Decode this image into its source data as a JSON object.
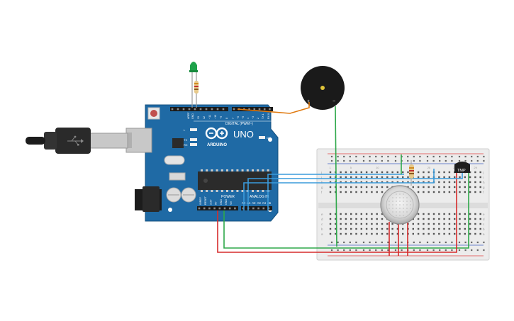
{
  "arduino": {
    "brand": "ARDUINO",
    "model": "UNO",
    "digital_label": "DIGITAL (PWM~)",
    "power_label": "POWER",
    "analog_label": "ANALOG IN",
    "on_label": "ON",
    "tx_label": "TX",
    "rx_label": "RX",
    "l_label": "L",
    "header_top_labels": [
      "AREF",
      "GND",
      "13",
      "12",
      "~11",
      "~10",
      "~9",
      "8",
      "7",
      "~6",
      "~5",
      "4",
      "~3",
      "2",
      "TX 1",
      "RX 0"
    ],
    "power_pin_labels": [
      "IOREF",
      "RESET",
      "3.3V",
      "5V",
      "GND",
      "GND",
      "Vin"
    ],
    "analog_pin_labels": [
      "A0",
      "A1",
      "A2",
      "A3",
      "A4",
      "A5"
    ]
  },
  "buzzer": {
    "plus": "+",
    "minus": "−"
  },
  "temp_sensor": {
    "label": "TMP"
  },
  "breadboard": {
    "col_numbers_left": [
      "1",
      "5",
      "10"
    ],
    "col_numbers_right": [
      "20",
      "25",
      "29"
    ],
    "row_letters_top": [
      "j",
      "i",
      "h",
      "g",
      "f"
    ],
    "row_letters_bottom": [
      "e",
      "d",
      "c",
      "b",
      "a"
    ]
  },
  "colors": {
    "board_blue": "#1f6aa5",
    "wire_green": "#2ea84a",
    "wire_red": "#d62b2b",
    "wire_blue": "#3a9bdc",
    "wire_orange": "#e07a10",
    "breadboard": "#eeeeee"
  }
}
